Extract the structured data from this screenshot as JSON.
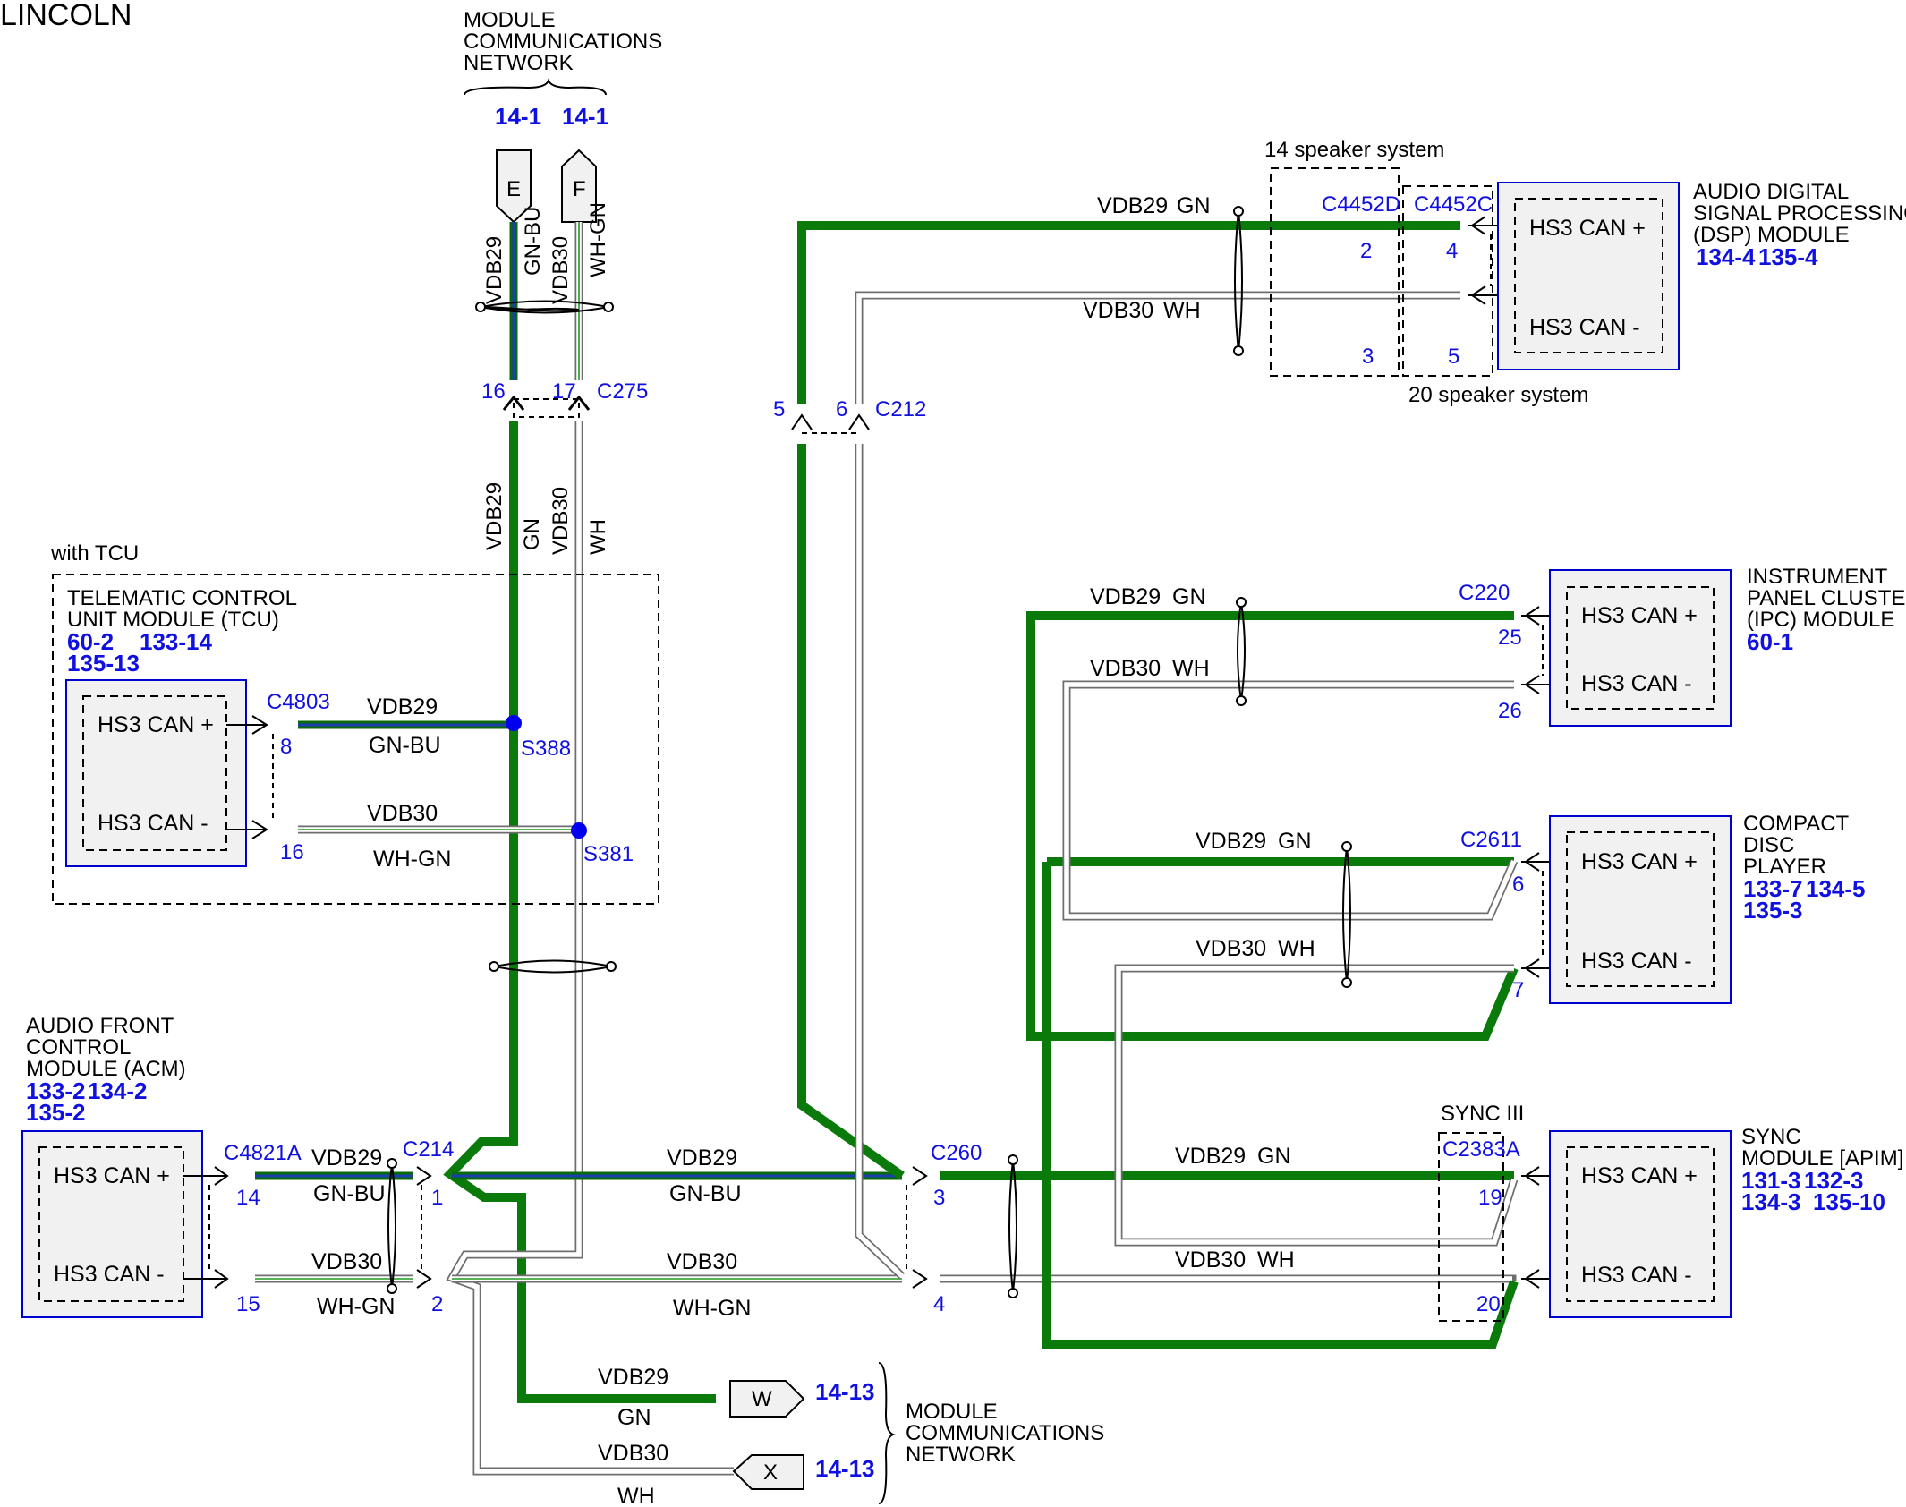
{
  "brand": "LINCOLN",
  "top_network": {
    "label_lines": [
      "MODULE",
      "COMMUNICATIONS",
      "NETWORK"
    ],
    "refs": [
      "14-1",
      "14-1"
    ],
    "connectors": [
      "E",
      "F"
    ]
  },
  "top_wires": {
    "left_circuit": "VDB29",
    "left_color": "GN-BU",
    "right_circuit": "VDB30",
    "right_color": "WH-GN"
  },
  "c275": {
    "name": "C275",
    "pins": [
      "16",
      "17"
    ]
  },
  "mid_wires": {
    "left_circuit": "VDB29",
    "left_color": "GN",
    "right_circuit": "VDB30",
    "right_color": "WH"
  },
  "with_tcu": "with TCU",
  "tcu": {
    "title_lines": [
      "TELEMATIC CONTROL",
      "UNIT MODULE (TCU)"
    ],
    "refs_line1": [
      "60-2",
      "133-14"
    ],
    "refs_line2": [
      "135-13"
    ],
    "can_plus": "HS3 CAN +",
    "can_minus": "HS3 CAN -",
    "connector": "C4803",
    "pins": [
      "8",
      "16"
    ],
    "wire1_circuit": "VDB29",
    "wire1_color": "GN-BU",
    "wire2_circuit": "VDB30",
    "wire2_color": "WH-GN",
    "splice1": "S388",
    "splice2": "S381"
  },
  "acm": {
    "title_lines": [
      "AUDIO FRONT",
      "CONTROL",
      "MODULE (ACM)"
    ],
    "refs_line1": [
      "133-2",
      "134-2"
    ],
    "refs_line2": [
      "135-2"
    ],
    "can_plus": "HS3 CAN +",
    "can_minus": "HS3 CAN -",
    "connector": "C4821A",
    "pins": [
      "14",
      "15"
    ],
    "wire1_circuit": "VDB29",
    "wire1_color": "GN-BU",
    "wire2_circuit": "VDB30",
    "wire2_color": "WH-GN"
  },
  "c214": {
    "name": "C214",
    "pins": [
      "1",
      "2"
    ]
  },
  "center_wires": {
    "top_circuit": "VDB29",
    "top_color": "GN-BU",
    "bottom_circuit": "VDB30",
    "bottom_color": "WH-GN"
  },
  "c260": {
    "name": "C260",
    "pins": [
      "3",
      "4"
    ]
  },
  "c212": {
    "name": "C212",
    "pins": [
      "5",
      "6"
    ]
  },
  "bottom_network": {
    "w_circuit": "VDB29",
    "w_color": "GN",
    "w_connector": "W",
    "w_ref": "14-13",
    "x_circuit": "VDB30",
    "x_color": "WH",
    "x_connector": "X",
    "x_ref": "14-13",
    "label_lines": [
      "MODULE",
      "COMMUNICATIONS",
      "NETWORK"
    ]
  },
  "dsp": {
    "speaker14": "14 speaker system",
    "speaker20": "20 speaker system",
    "connector_d": "C4452D",
    "connector_c": "C4452C",
    "pins_d": [
      "2",
      "3"
    ],
    "pins_c": [
      "4",
      "5"
    ],
    "wire1_circuit": "VDB29",
    "wire1_color": "GN",
    "wire2_circuit": "VDB30",
    "wire2_color": "WH",
    "title_lines": [
      "AUDIO DIGITAL",
      "SIGNAL PROCESSING",
      "(DSP) MODULE"
    ],
    "refs": [
      "134-4",
      "135-4"
    ],
    "can_plus": "HS3 CAN +",
    "can_minus": "HS3 CAN -"
  },
  "ipc": {
    "connector": "C220",
    "pins": [
      "25",
      "26"
    ],
    "wire1_circuit": "VDB29",
    "wire1_color": "GN",
    "wire2_circuit": "VDB30",
    "wire2_color": "WH",
    "title_lines": [
      "INSTRUMENT",
      "PANEL CLUSTER",
      "(IPC) MODULE"
    ],
    "refs": [
      "60-1"
    ],
    "can_plus": "HS3 CAN +",
    "can_minus": "HS3 CAN -"
  },
  "cd": {
    "connector": "C2611",
    "pins": [
      "6",
      "7"
    ],
    "wire1_circuit": "VDB29",
    "wire1_color": "GN",
    "wire2_circuit": "VDB30",
    "wire2_color": "WH",
    "title_lines": [
      "COMPACT",
      "DISC",
      "PLAYER"
    ],
    "refs_line1": [
      "133-7",
      "134-5"
    ],
    "refs_line2": [
      "135-3"
    ],
    "can_plus": "HS3 CAN +",
    "can_minus": "HS3 CAN -"
  },
  "sync": {
    "group_label": "SYNC III",
    "connector": "C2383A",
    "pins": [
      "19",
      "20"
    ],
    "wire1_circuit": "VDB29",
    "wire1_color": "GN",
    "wire2_circuit": "VDB30",
    "wire2_color": "WH",
    "title_lines": [
      "SYNC",
      "MODULE [APIM]"
    ],
    "refs_line1": [
      "131-3",
      "132-3"
    ],
    "refs_line2": [
      "134-3",
      "135-10"
    ],
    "can_plus": "HS3 CAN +",
    "can_minus": "HS3 CAN -"
  },
  "colors": {
    "gn": "#0a7a0a",
    "blue_ref": "#1010e0",
    "module_border": "#0000cc",
    "module_fill": "#f1f1f1"
  }
}
